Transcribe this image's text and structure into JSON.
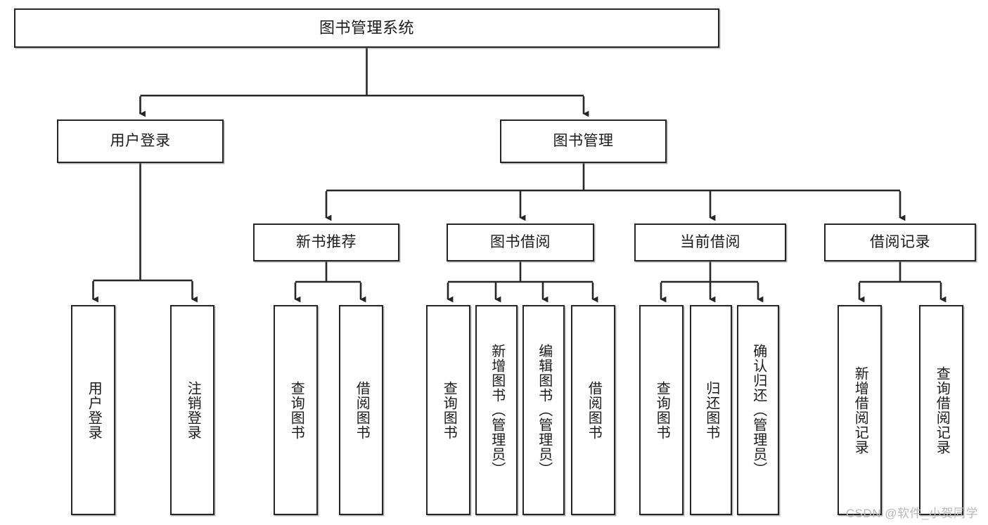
{
  "diagram": {
    "title": "图书管理系统",
    "type": "tree-hierarchy-chart",
    "orientation": "top-down",
    "colors": {
      "background": "#ffffff",
      "box_border": "#262626",
      "box_fill": "#ffffff",
      "edge": "#262626",
      "text": "#1b1b1b",
      "watermark": "#b9b9b9"
    }
  },
  "nodes": {
    "root": {
      "label": "图书管理系统"
    },
    "level2": [
      {
        "id": "user-login",
        "label": "用户登录"
      },
      {
        "id": "book-management",
        "label": "图书管理"
      }
    ],
    "level3": [
      {
        "id": "new-book-recommend",
        "label": "新书推荐"
      },
      {
        "id": "book-borrow",
        "label": "图书借阅"
      },
      {
        "id": "current-borrow",
        "label": "当前借阅"
      },
      {
        "id": "borrow-record",
        "label": "借阅记录"
      }
    ],
    "leaves": {
      "user-login": [
        {
          "id": "leaf-user-login",
          "label": "用户登录"
        },
        {
          "id": "leaf-user-logout",
          "label": "注销登录"
        }
      ],
      "new-book-recommend": [
        {
          "id": "leaf-query-book-1",
          "label": "查询图书"
        },
        {
          "id": "leaf-borrow-book-1",
          "label": "借阅图书"
        }
      ],
      "book-borrow": [
        {
          "id": "leaf-query-book-2",
          "label": "查询图书"
        },
        {
          "id": "leaf-add-book",
          "label": "新增图书（管理员）"
        },
        {
          "id": "leaf-edit-book",
          "label": "编辑图书（管理员）"
        },
        {
          "id": "leaf-borrow-book-2",
          "label": "借阅图书"
        }
      ],
      "current-borrow": [
        {
          "id": "leaf-query-book-3",
          "label": "查询图书"
        },
        {
          "id": "leaf-return-book",
          "label": "归还图书"
        },
        {
          "id": "leaf-confirm-return",
          "label": "确认归还（管理员）"
        }
      ],
      "borrow-record": [
        {
          "id": "leaf-add-record",
          "label": "新增借阅记录"
        },
        {
          "id": "leaf-query-record",
          "label": "查询借阅记录"
        }
      ]
    }
  },
  "watermark": {
    "text": "CSDN @软件_小贺同学"
  }
}
